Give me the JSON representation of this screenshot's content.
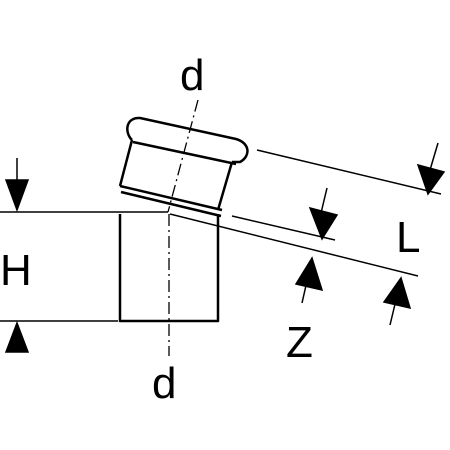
{
  "labels": {
    "diameter_top": "d",
    "diameter_bottom": "d",
    "height": "H",
    "length": "L",
    "offset": "Z"
  },
  "colors": {
    "line": "#000000",
    "background": "#ffffff"
  }
}
